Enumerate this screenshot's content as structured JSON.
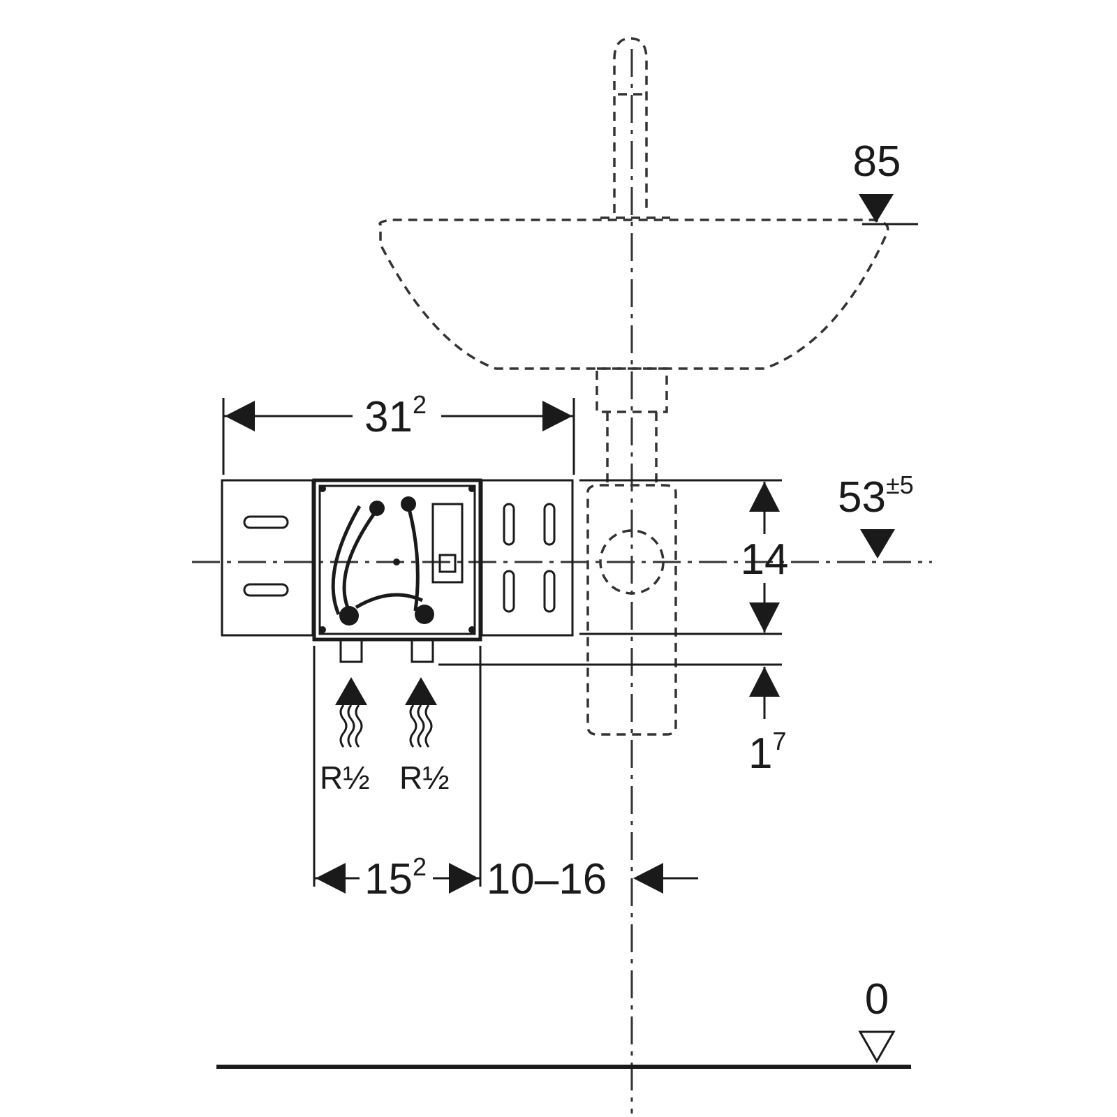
{
  "labels": {
    "level_top": "85",
    "width_main": "31",
    "width_main_sup": "2",
    "level_connection": "53",
    "level_connection_sup": "±5",
    "height_box": "14",
    "offset_bottom": "1",
    "offset_bottom_sup": "7",
    "inlet_left": "R½",
    "inlet_right": "R½",
    "width_inlets": "15",
    "width_inlets_sup": "2",
    "axis_distance": "10–16",
    "floor_level": "0"
  },
  "icons": {
    "flow_arrow": "wavy-up-arrow-icon",
    "level_marker": "down-triangle-icon",
    "floor_marker": "hollow-down-triangle-icon"
  },
  "colors": {
    "ink": "#1a1a1a",
    "background": "#ffffff"
  }
}
